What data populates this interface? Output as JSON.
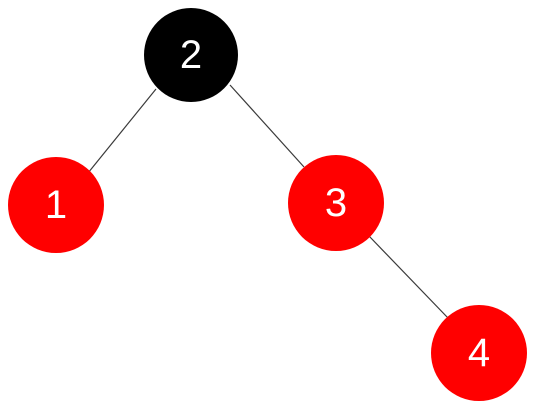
{
  "colors": {
    "black_node": "#000000",
    "red_node": "#ff0000",
    "label_text": "#ffffff",
    "edge": "#3a3a3a"
  },
  "nodes": [
    {
      "id": "n2",
      "label": "2",
      "color": "black"
    },
    {
      "id": "n1",
      "label": "1",
      "color": "red"
    },
    {
      "id": "n3",
      "label": "3",
      "color": "red"
    },
    {
      "id": "n4",
      "label": "4",
      "color": "red"
    }
  ],
  "edges": [
    {
      "from": "2",
      "to": "1"
    },
    {
      "from": "2",
      "to": "3"
    },
    {
      "from": "3",
      "to": "4"
    }
  ]
}
